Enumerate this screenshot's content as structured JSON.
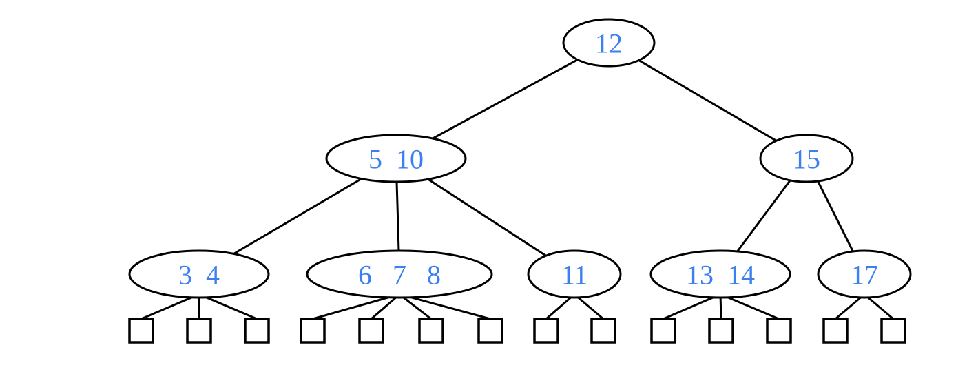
{
  "colors": {
    "key_text": "#3b7ff0",
    "stroke": "#000000",
    "background": "#ffffff"
  },
  "tree": {
    "nodes": [
      {
        "id": "n12",
        "keys": "12"
      },
      {
        "id": "n5_10",
        "keys": "5  10"
      },
      {
        "id": "n15",
        "keys": "15"
      },
      {
        "id": "n3_4",
        "keys": "3  4"
      },
      {
        "id": "n6_7_8",
        "keys": "6   7   8"
      },
      {
        "id": "n11",
        "keys": "11"
      },
      {
        "id": "n13_14",
        "keys": "13  14"
      },
      {
        "id": "n17",
        "keys": "17"
      }
    ],
    "edges": [
      [
        "n12",
        "n5_10"
      ],
      [
        "n12",
        "n15"
      ],
      [
        "n5_10",
        "n3_4"
      ],
      [
        "n5_10",
        "n6_7_8"
      ],
      [
        "n5_10",
        "n11"
      ],
      [
        "n15",
        "n13_14"
      ],
      [
        "n15",
        "n17"
      ]
    ],
    "leaf_children": {
      "n3_4": 3,
      "n6_7_8": 4,
      "n11": 2,
      "n13_14": 3,
      "n17": 2
    }
  }
}
